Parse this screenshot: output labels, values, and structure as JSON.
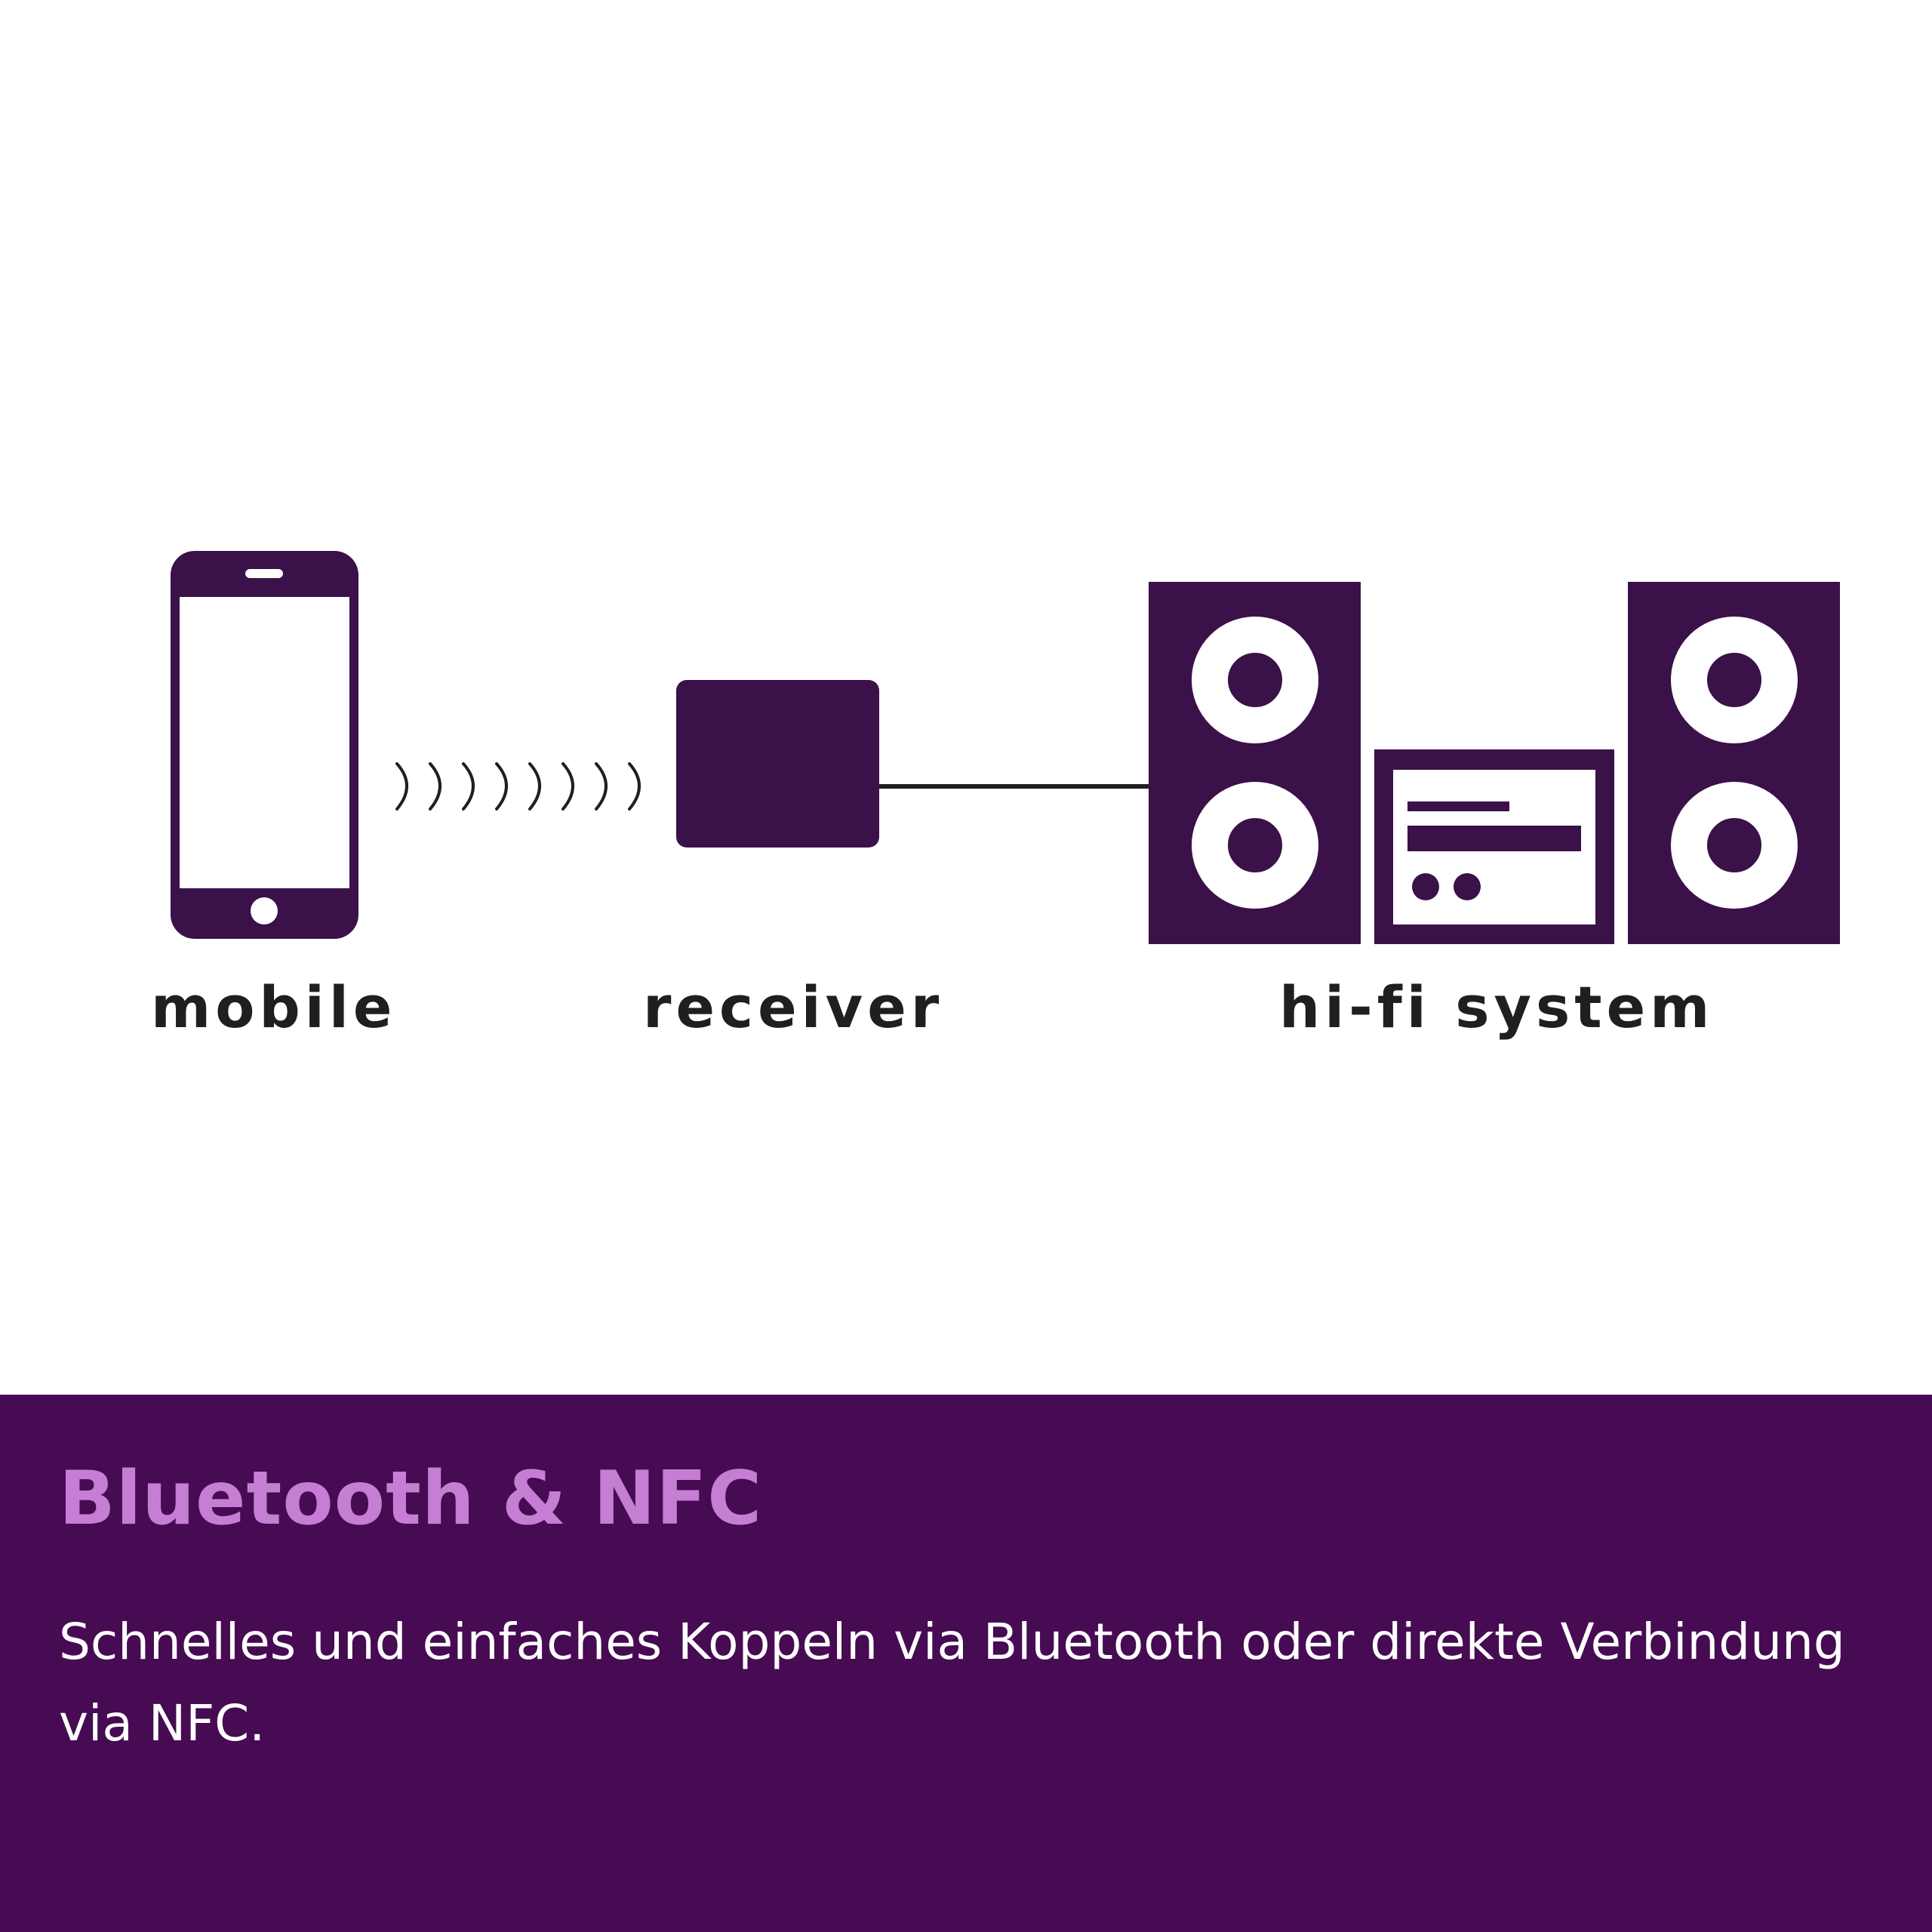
{
  "diagram": {
    "labels": {
      "mobile": "mobile",
      "receiver": "receiver",
      "hifi": "hi-fi system"
    }
  },
  "banner": {
    "title": "Bluetooth & NFC",
    "description": "Schnelles und einfaches Koppeln via Bluetooth oder direkte Verbindung via NFC."
  },
  "colors": {
    "icon": "#3b1149",
    "banner_bg": "#460b53",
    "title": "#c57ed4",
    "description": "#ffffff",
    "label": "#1f1f1f",
    "line": "#1f1f1f",
    "background": "#ffffff"
  },
  "icons": [
    "smartphone-icon",
    "signal-waves-icon",
    "receiver-icon",
    "cable-line",
    "speaker-icon",
    "stereo-unit-icon"
  ]
}
